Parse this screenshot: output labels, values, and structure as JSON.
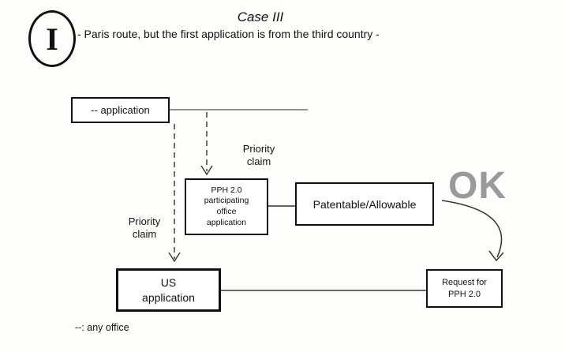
{
  "header": {
    "badge": "I",
    "title": "Case III",
    "subtitle": "- Paris route, but the first application is from the third country -"
  },
  "boxes": {
    "application": {
      "label": "-- application"
    },
    "pph": {
      "label": "PPH 2.0\nparticipating\noffice\napplication"
    },
    "patentable": {
      "label": "Patentable/Allowable"
    },
    "us": {
      "label": "US\napplication"
    },
    "request": {
      "label": "Request for\nPPH 2.0"
    }
  },
  "labels": {
    "priority_claim_upper": "Priority\nclaim",
    "priority_claim_lower": "Priority\nclaim",
    "ok": "OK",
    "footnote": "--: any office"
  },
  "colors": {
    "line": "#333333",
    "ok_gray": "#9a9a9a",
    "border": "#111111"
  }
}
